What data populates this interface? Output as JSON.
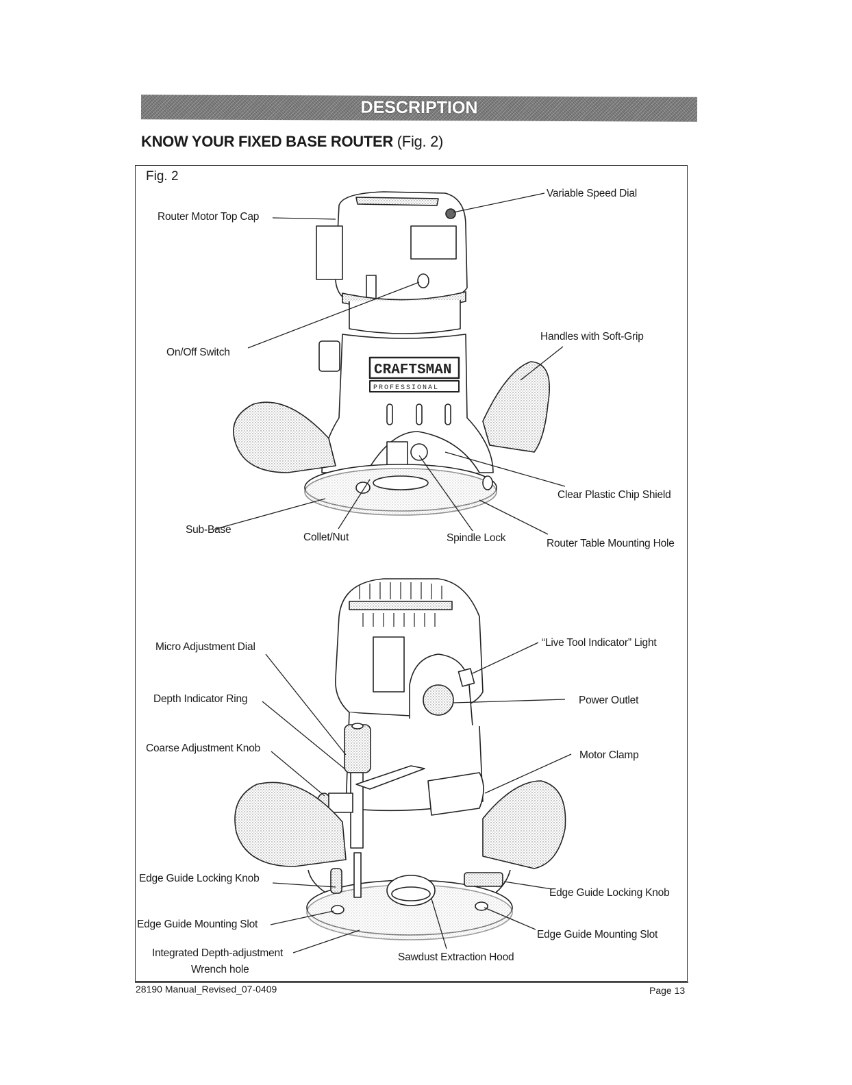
{
  "banner": {
    "title": "DESCRIPTION"
  },
  "heading": {
    "title": "KNOW YOUR FIXED BASE ROUTER",
    "fig_ref": "(Fig. 2)"
  },
  "figure": {
    "label": "Fig. 2",
    "top_view_labels": {
      "router_motor_top_cap": "Router Motor Top Cap",
      "variable_speed_dial": "Variable Speed Dial",
      "on_off_switch": "On/Off Switch",
      "handles_soft_grip": "Handles with Soft-Grip",
      "clear_plastic_chip_shield": "Clear Plastic Chip Shield",
      "sub_base": "Sub-Base",
      "collet_nut": "Collet/Nut",
      "spindle_lock": "Spindle Lock",
      "router_table_mounting_hole": "Router Table Mounting Hole"
    },
    "bottom_view_labels": {
      "micro_adjustment_dial": "Micro Adjustment Dial",
      "live_tool_indicator_light": "“Live Tool Indicator” Light",
      "depth_indicator_ring": "Depth Indicator Ring",
      "power_outlet": "Power Outlet",
      "coarse_adjustment_knob": "Coarse Adjustment Knob",
      "motor_clamp": "Motor Clamp",
      "edge_guide_locking_knob_left": "Edge Guide Locking Knob",
      "edge_guide_locking_knob_right": "Edge Guide Locking Knob",
      "edge_guide_mounting_slot_left": "Edge Guide Mounting Slot",
      "edge_guide_mounting_slot_right": "Edge Guide Mounting Slot",
      "integrated_depth_wrench_line1": "Integrated Depth-adjustment",
      "integrated_depth_wrench_line2": "Wrench hole",
      "sawdust_extraction_hood": "Sawdust Extraction Hood"
    },
    "brand_text": {
      "main": "CRAFTSMAN",
      "sub": "PROFESSIONAL"
    }
  },
  "footer": {
    "doc_id": "28190 Manual_Revised_07-0409",
    "page": "Page 13"
  }
}
